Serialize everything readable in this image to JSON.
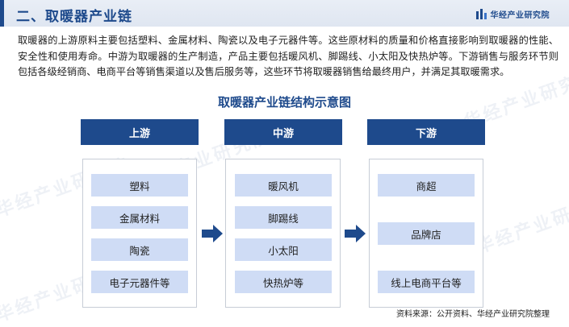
{
  "header": {
    "title": "二、取暖器产业链",
    "logo_text": "华经产业研究院",
    "accent_color": "#1e4a8c"
  },
  "intro": "取暖器的上游原料主要包括塑料、金属材料、陶瓷以及电子元器件等。这些原材料的质量和价格直接影响到取暖器的性能、安全性和使用寿命。中游为取暖器的生产制造，产品主要包括暖风机、脚踢线、小太阳及快热炉等。下游销售与服务环节则包括各级经销商、电商平台等销售渠道以及售后服务等，这些环节将取暖器销售给最终用户，并满足其取暖需求。",
  "diagram": {
    "title": "取暖器产业链结构示意图",
    "stages": [
      {
        "label": "上游",
        "items": [
          "塑料",
          "金属材料",
          "陶瓷",
          "电子元器件等"
        ]
      },
      {
        "label": "中游",
        "items": [
          "暖风机",
          "脚踢线",
          "小太阳",
          "快热炉等"
        ]
      },
      {
        "label": "下游",
        "items": [
          "商超",
          "品牌店",
          "线上电商平台等"
        ]
      }
    ],
    "header_color": "#1e4a8c",
    "item_color": "#cfdcf5"
  },
  "watermark_text": "华经产业研究院",
  "source": "资料来源：公开资料、华经产业研究院整理"
}
